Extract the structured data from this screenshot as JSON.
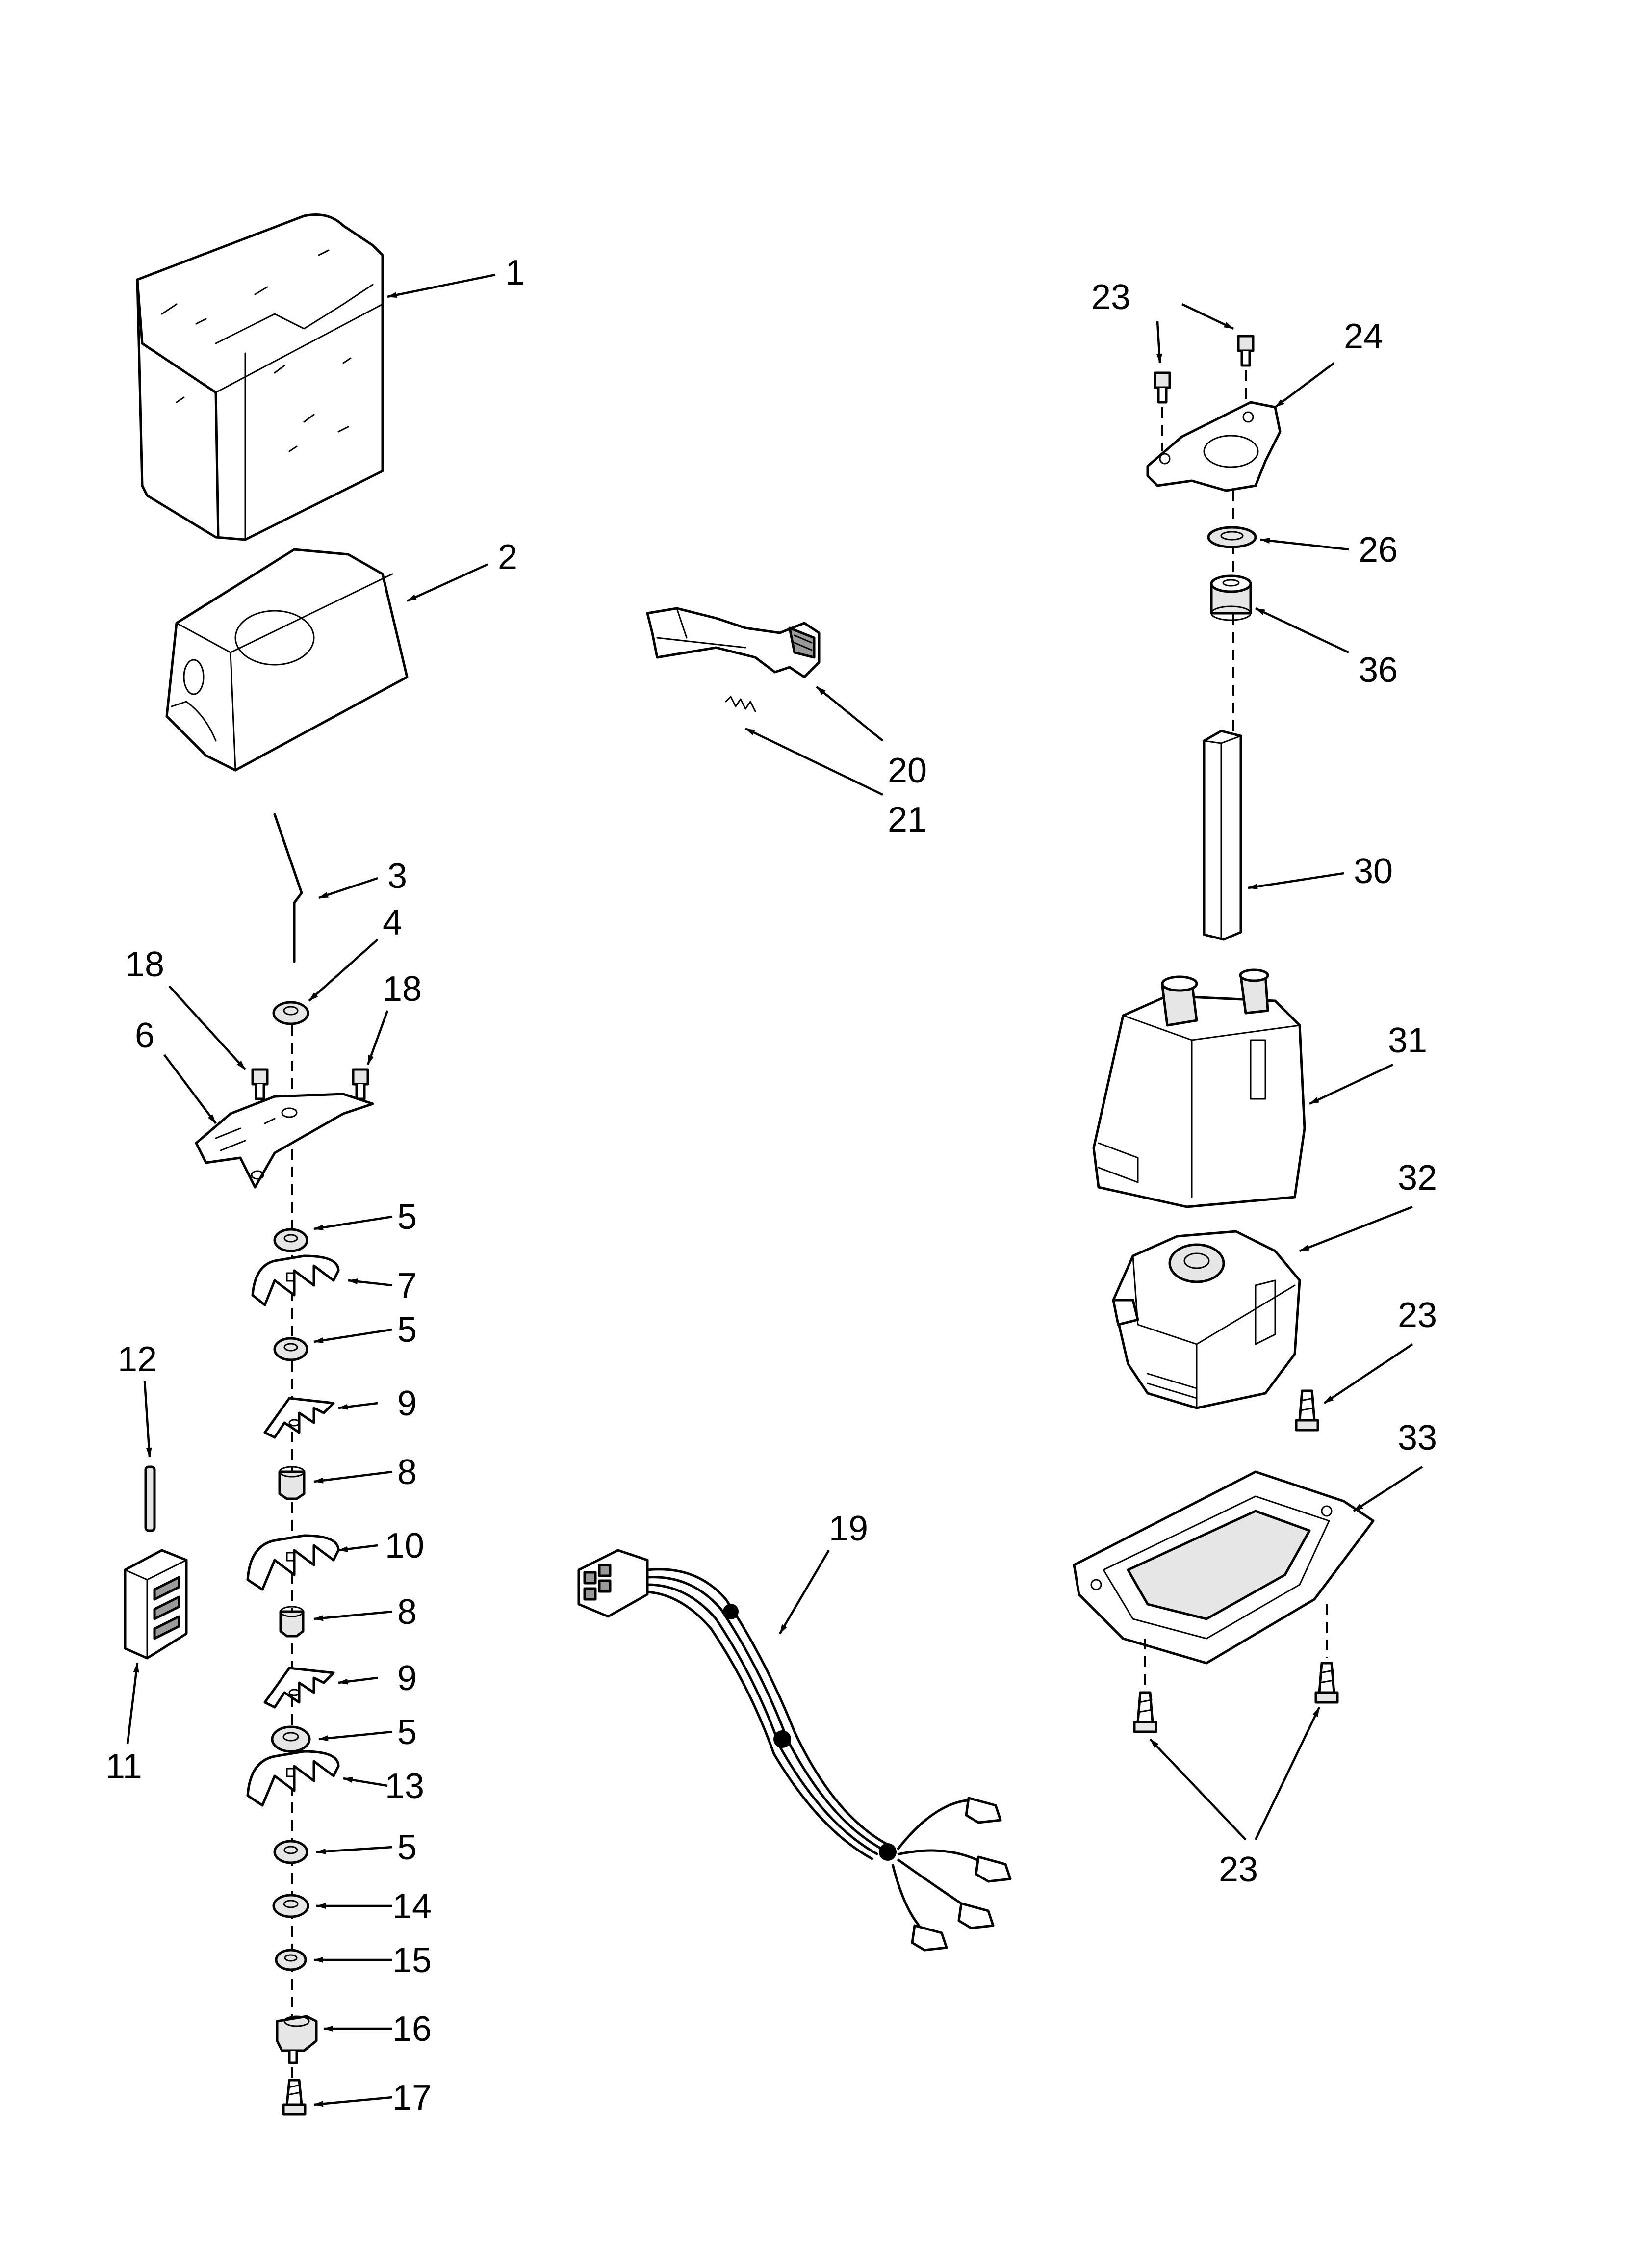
{
  "diagram": {
    "callouts": {
      "c1": "1",
      "c2": "2",
      "c3": "3",
      "c4": "4",
      "c5a": "5",
      "c5b": "5",
      "c5c": "5",
      "c5d": "5",
      "c6": "6",
      "c7": "7",
      "c8a": "8",
      "c8b": "8",
      "c9a": "9",
      "c9b": "9",
      "c10": "10",
      "c11": "11",
      "c12": "12",
      "c13": "13",
      "c14": "14",
      "c15": "15",
      "c16": "16",
      "c17": "17",
      "c18a": "18",
      "c18b": "18",
      "c19": "19",
      "c20": "20",
      "c21": "21",
      "c23a": "23",
      "c23b": "23",
      "c23c": "23",
      "c24": "24",
      "c26": "26",
      "c30": "30",
      "c31": "31",
      "c32": "32",
      "c33": "33",
      "c36": "36"
    }
  }
}
